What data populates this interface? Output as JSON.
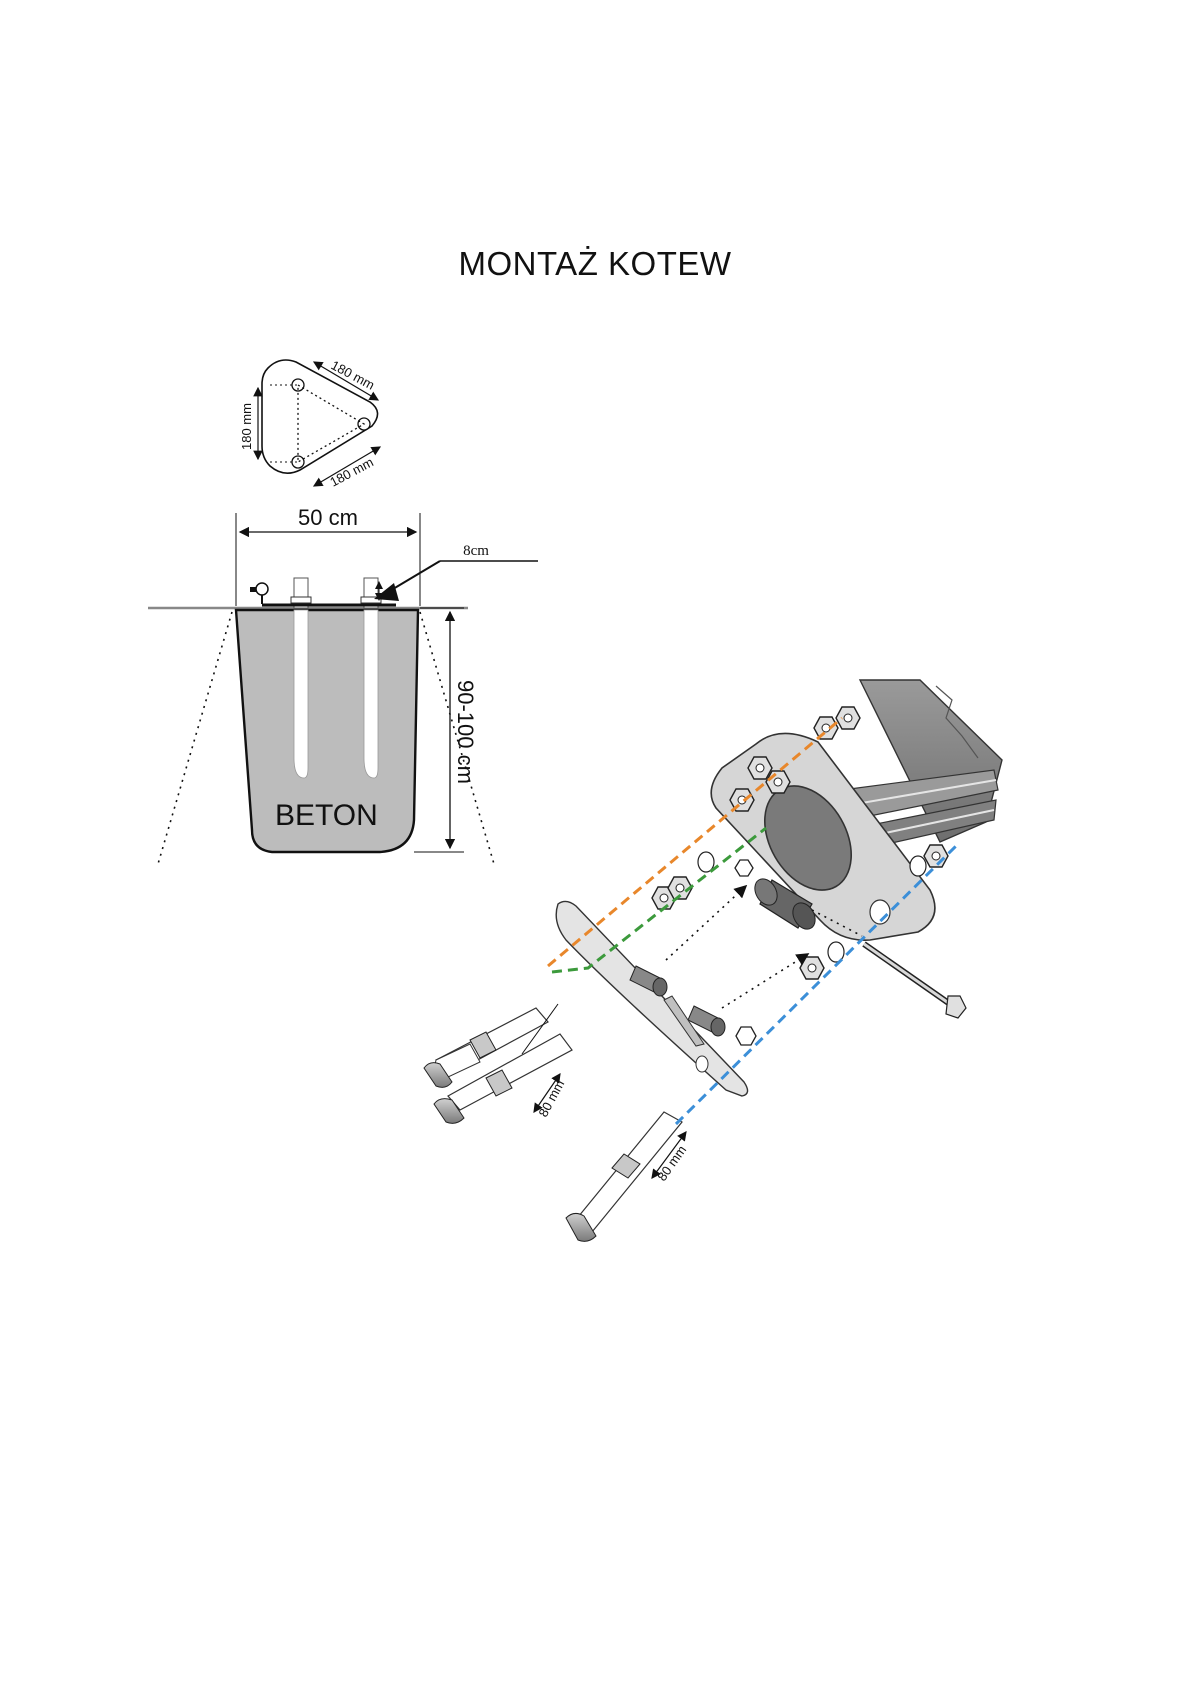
{
  "title": "MONTAŻ KOTEW",
  "top_view": {
    "side_top": "180 mm",
    "side_left": "180 mm",
    "side_bottom": "180 mm"
  },
  "foundation": {
    "width_label": "50 cm",
    "depth_label": "90-100 cm",
    "protrusion_label": "8cm",
    "material_label": "BETON"
  },
  "exploded_view": {
    "bolt_length_left": "80 mm",
    "bolt_length_bottom": "80 mm",
    "colors": {
      "orange": "#e8872b",
      "green": "#3c9a3c",
      "blue": "#3c8fd8",
      "concrete": "#bcbcbc",
      "pole": "#8e8e8e"
    }
  }
}
